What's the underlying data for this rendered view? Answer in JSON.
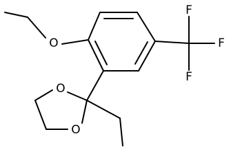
{
  "colors": {
    "bond": "#000000",
    "background": "#ffffff"
  },
  "atoms": [
    {
      "id": "O_ethoxy",
      "label": "O"
    },
    {
      "id": "F_top",
      "label": "F"
    },
    {
      "id": "F_right",
      "label": "F"
    },
    {
      "id": "F_bottom",
      "label": "F"
    },
    {
      "id": "O_ring_top",
      "label": "O"
    },
    {
      "id": "O_ring_bottom",
      "label": "O"
    }
  ]
}
